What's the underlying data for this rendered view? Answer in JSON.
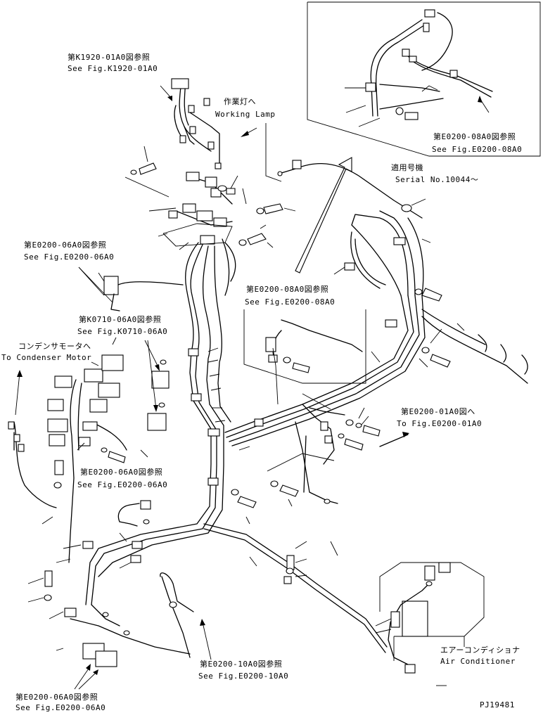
{
  "callouts": {
    "k1920": {
      "jp": "第K1920-01A0図参照",
      "en": "See Fig.K1920-01A0"
    },
    "work_lamp": {
      "jp": "作業灯へ",
      "en": "Working Lamp"
    },
    "e0200_08_top": {
      "jp": "第E0200-08A0図参照",
      "en": "See Fig.E0200-08A0"
    },
    "serial": {
      "jp": "適用号機",
      "en": "Serial No.10044～"
    },
    "e0200_06_a": {
      "jp": "第E0200-06A0図参照",
      "en": "See Fig.E0200-06A0"
    },
    "e0200_08_mid": {
      "jp": "第E0200-08A0図参照",
      "en": "See Fig.E0200-08A0"
    },
    "k0710": {
      "jp": "第K0710-06A0図参照",
      "en": "See Fig.K0710-06A0"
    },
    "condenser": {
      "jp": "コンデンサモータへ",
      "en": "To Condenser Motor"
    },
    "e0200_01": {
      "jp": "第E0200-01A0図へ",
      "en": "To Fig.E0200-01A0"
    },
    "e0200_06_b": {
      "jp": "第E0200-06A0図参照",
      "en": "See Fig.E0200-06A0"
    },
    "e0200_10": {
      "jp": "第E0200-10A0図参照",
      "en": "See Fig.E0200-10A0"
    },
    "aircon": {
      "jp": "エアーコンディショナ",
      "en": "Air Conditioner"
    },
    "e0200_06_c": {
      "jp": "第E0200-06A0図参照",
      "en": "See Fig.E0200-06A0"
    }
  },
  "drawing_no": "PJ19481"
}
